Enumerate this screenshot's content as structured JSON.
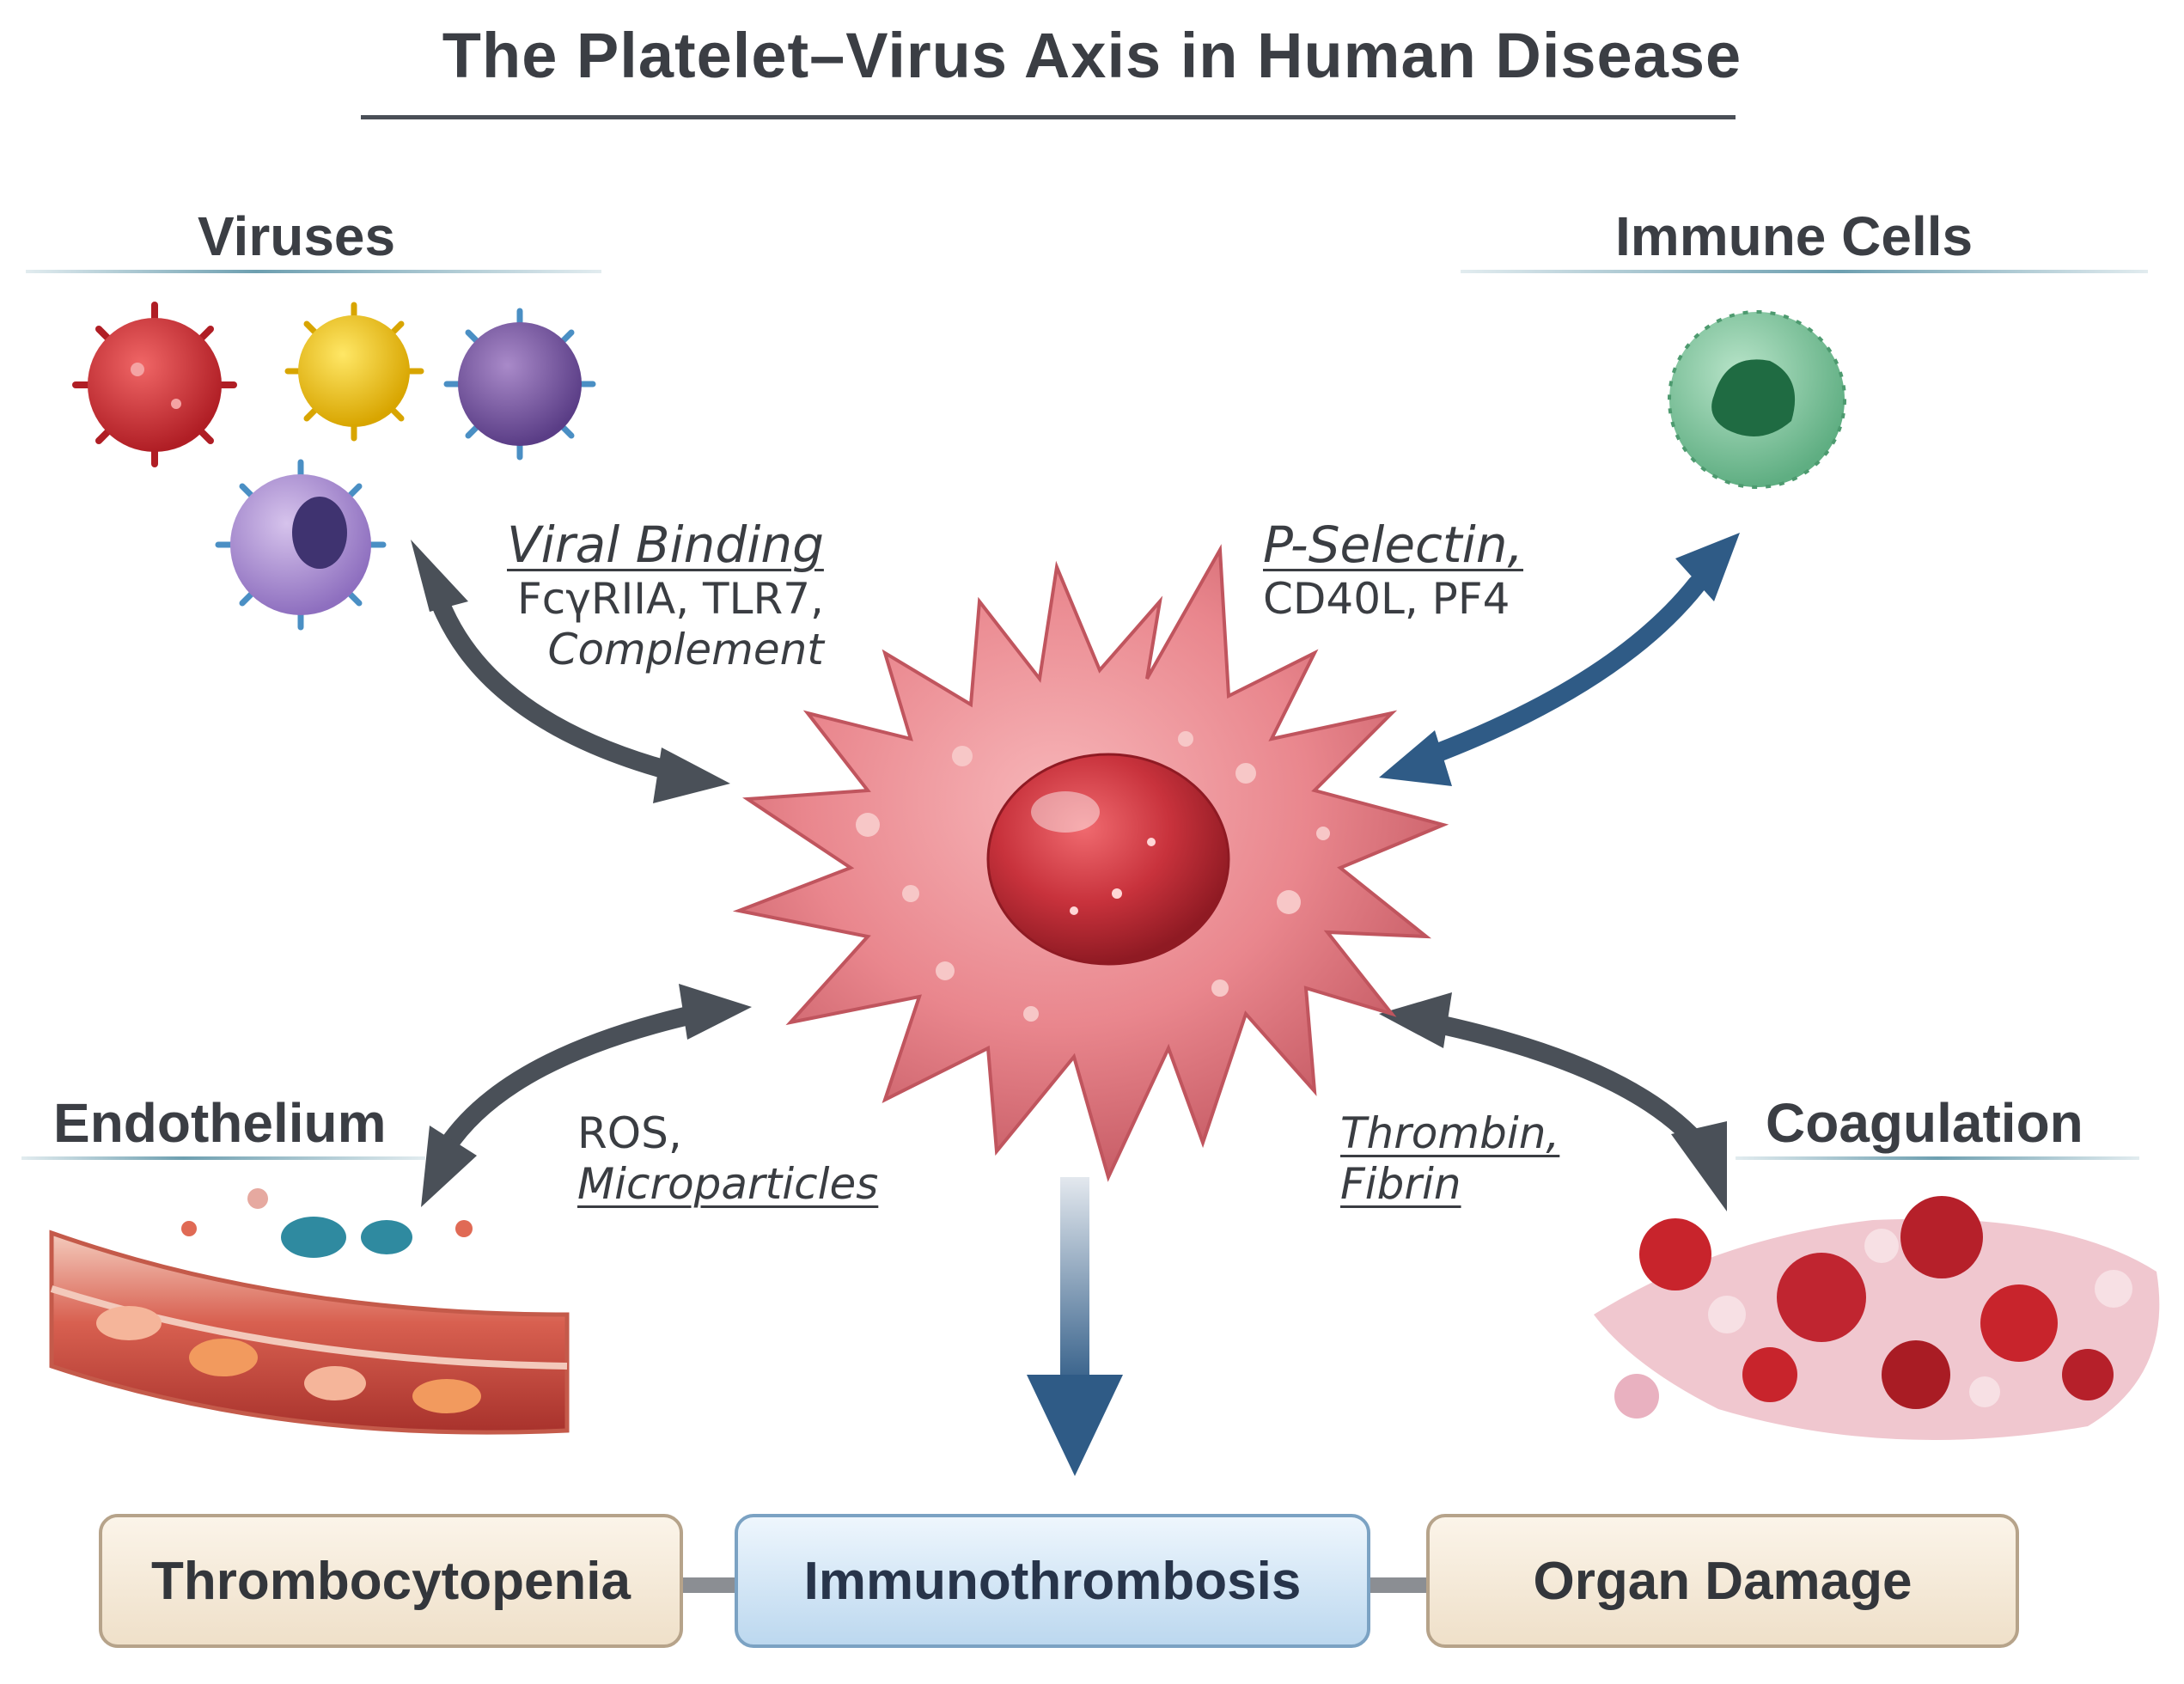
{
  "title": "The Platelet–Virus Axis in Human Disease",
  "sections": {
    "viruses": "Viruses",
    "immune_cells": "Immune Cells",
    "endothelium": "Endothelium",
    "coagulation": "Coagulation"
  },
  "annotations": {
    "viral_binding": {
      "heading": "Viral Binding",
      "line1": "FcγRIIA, TLR7,",
      "line2": "Complement"
    },
    "p_selectin": {
      "heading": "P-Selectin,",
      "line1": "CD40L, PF4"
    },
    "ros": {
      "line1": "ROS,",
      "line2": "Microparticles"
    },
    "thrombin": {
      "line1": "Thrombin,",
      "line2": "Fibrin"
    }
  },
  "outcomes": [
    "Thrombocytopenia",
    "Immunothrombosis",
    "Organ Damage"
  ],
  "colors": {
    "arrow_grey": "#4a5058",
    "arrow_blue": "#2f5b86",
    "platelet": "#e9868d",
    "platelet_core": "#c8323c",
    "rule_teal": "#6d9fb0"
  }
}
